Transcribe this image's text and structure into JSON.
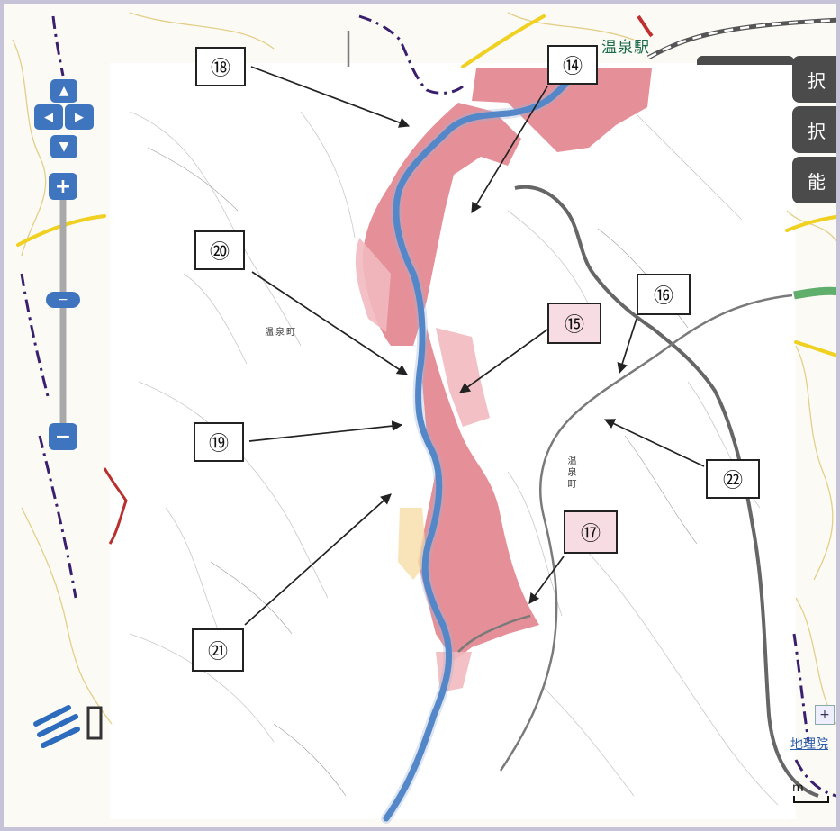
{
  "map": {
    "station_label": "温泉駅",
    "town_label_west": "温泉町",
    "town_label_east": "温泉町",
    "attribution": "地理院",
    "scale_unit": "m"
  },
  "right_buttons": [
    {
      "label": "択"
    },
    {
      "label": "択"
    },
    {
      "label": "能"
    }
  ],
  "nav_controls": {
    "pan_up": "▲",
    "pan_left": "◀",
    "pan_right": "▶",
    "pan_down": "▼",
    "zoom_in": "+",
    "zoom_out": "−",
    "overview_plus": "+"
  },
  "callouts": [
    {
      "id": "c18",
      "label": "⑱",
      "highlight": false
    },
    {
      "id": "c14",
      "label": "⑭",
      "highlight": false
    },
    {
      "id": "c20",
      "label": "⑳",
      "highlight": false
    },
    {
      "id": "c15",
      "label": "⑮",
      "highlight": true
    },
    {
      "id": "c16",
      "label": "⑯",
      "highlight": false
    },
    {
      "id": "c19",
      "label": "⑲",
      "highlight": false
    },
    {
      "id": "c22",
      "label": "㉒",
      "highlight": false
    },
    {
      "id": "c17",
      "label": "⑰",
      "highlight": true
    },
    {
      "id": "c21",
      "label": "㉑",
      "highlight": false
    }
  ],
  "colors": {
    "flood_zone": "#e07b86",
    "flood_zone_light": "#f1b9bf",
    "river": "#2f6fc0",
    "road_gray": "#6a6a6a",
    "boundary": "#3a1f6e",
    "road_yellow": "#f0d020",
    "contour": "#e3cf8a",
    "route_green": "#5fae6c",
    "button_dark": "#4b4b4b"
  }
}
